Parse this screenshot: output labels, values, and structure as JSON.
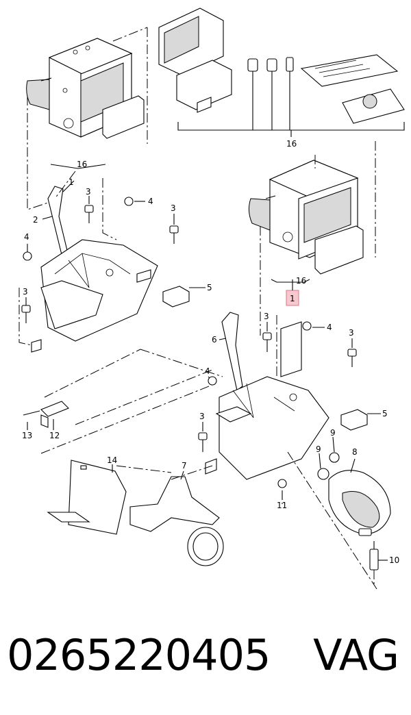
{
  "diagram": {
    "callouts": {
      "c1_top": "1",
      "c2": "2",
      "c3_a": "3",
      "c3_b": "3",
      "c3_c": "3",
      "c4_a": "4",
      "c4_b": "4",
      "c5_a": "5",
      "c13": "13",
      "c12": "12",
      "c16_top": "16",
      "c16_mid": "16",
      "c16_right": "16",
      "c1_hl": "1",
      "c3_d": "3",
      "c3_e": "3",
      "c3_f": "3",
      "c4_c": "4",
      "c4_d": "4",
      "c5_b": "5",
      "c6": "6",
      "c7": "7",
      "c8": "8",
      "c9_a": "9",
      "c9_b": "9",
      "c10": "10",
      "c11": "11",
      "c14": "14"
    }
  },
  "caption": {
    "part_number": "0265220405",
    "brand": "VAG"
  }
}
